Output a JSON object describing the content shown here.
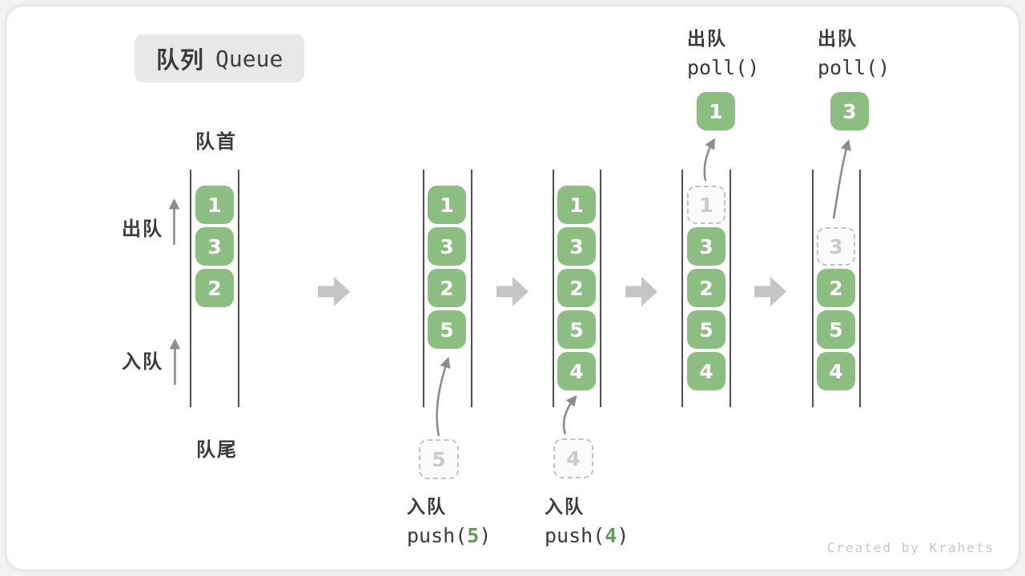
{
  "title": {
    "zh": "队列",
    "en": "Queue"
  },
  "side_labels": {
    "front": "队首",
    "rear": "队尾",
    "dequeue": "出队",
    "enqueue": "入队"
  },
  "watermark": "Created by Krahets",
  "colors": {
    "element_green": "#8CBE82",
    "code_arg_green": "#5E9F54",
    "thin_arrow_gray": "#8c8c8c",
    "block_arrow_gray": "#c5c5c5",
    "text_dark": "#3a3a3a",
    "ghost_border": "#c2c2c2",
    "ghost_text": "#cbcbcb",
    "badge_bg": "#e8e8e8",
    "channel_line": "#505050",
    "watermark_gray": "#c7c7c7"
  },
  "states": [
    {
      "name": "state-1",
      "slots": [
        {
          "value": "1",
          "style": "solid"
        },
        {
          "value": "3",
          "style": "solid"
        },
        {
          "value": "2",
          "style": "solid"
        }
      ]
    },
    {
      "name": "state-2-after-push5",
      "slots": [
        {
          "value": "1",
          "style": "solid"
        },
        {
          "value": "3",
          "style": "solid"
        },
        {
          "value": "2",
          "style": "solid"
        },
        {
          "value": "5",
          "style": "solid"
        }
      ],
      "incoming": {
        "value": "5"
      },
      "op_bottom": {
        "label": "入队",
        "code_pre": "push(",
        "code_arg": "5",
        "code_post": ")"
      }
    },
    {
      "name": "state-3-after-push4",
      "slots": [
        {
          "value": "1",
          "style": "solid"
        },
        {
          "value": "3",
          "style": "solid"
        },
        {
          "value": "2",
          "style": "solid"
        },
        {
          "value": "5",
          "style": "solid"
        },
        {
          "value": "4",
          "style": "solid"
        }
      ],
      "incoming": {
        "value": "4"
      },
      "op_bottom": {
        "label": "入队",
        "code_pre": "push(",
        "code_arg": "4",
        "code_post": ")"
      }
    },
    {
      "name": "state-4-after-poll1",
      "slots": [
        {
          "value": "1",
          "style": "ghost"
        },
        {
          "value": "3",
          "style": "solid"
        },
        {
          "value": "2",
          "style": "solid"
        },
        {
          "value": "5",
          "style": "solid"
        },
        {
          "value": "4",
          "style": "solid"
        }
      ],
      "ejected": {
        "value": "1"
      },
      "op_top": {
        "label": "出队",
        "code": "poll()"
      }
    },
    {
      "name": "state-5-after-poll3",
      "slots": [
        {
          "value": "",
          "style": "empty"
        },
        {
          "value": "3",
          "style": "ghost"
        },
        {
          "value": "2",
          "style": "solid"
        },
        {
          "value": "5",
          "style": "solid"
        },
        {
          "value": "4",
          "style": "solid"
        }
      ],
      "ejected": {
        "value": "3"
      },
      "op_top": {
        "label": "出队",
        "code": "poll()"
      }
    }
  ]
}
